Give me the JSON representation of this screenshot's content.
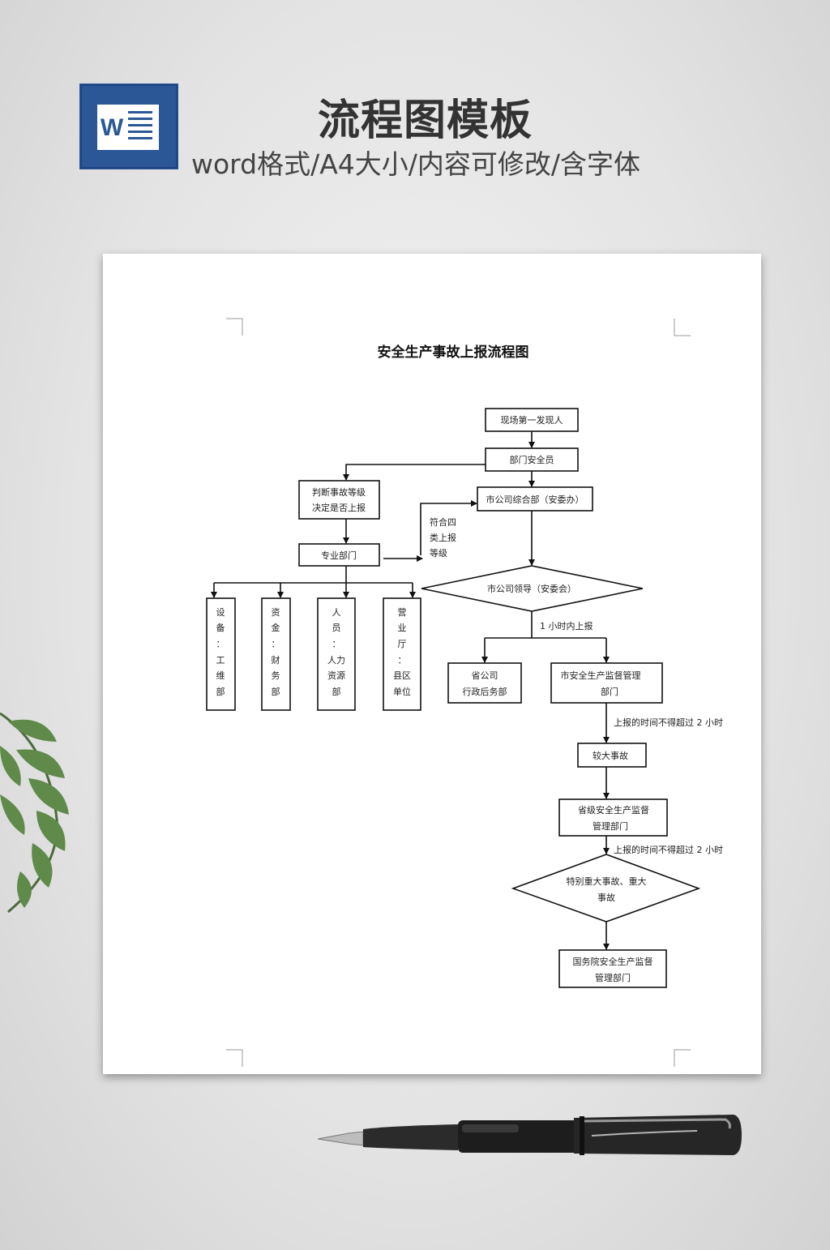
{
  "header": {
    "title": "流程图模板",
    "subtitle": "word格式/A4大小/内容可修改/含字体",
    "icon": "word-icon",
    "icon_letter": "W"
  },
  "document": {
    "title": "安全生产事故上报流程图",
    "nodes": {
      "discoverer": "现场第一发现人",
      "dept_safety": "部门安全员",
      "judge_line1": "判断事故等级",
      "judge_line2": "决定是否上报",
      "city_office": "市公司综合部（安委办）",
      "criteria_line1": "符合四",
      "criteria_line2": "类上报",
      "criteria_line3": "等级",
      "specialty_dept": "专业部门",
      "city_leader": "市公司领导（安委会）",
      "one_hour": "1 小时内上报",
      "col1": [
        "设",
        "备",
        "：",
        "工",
        "维",
        "部"
      ],
      "col2": [
        "资",
        "金",
        "：",
        "财",
        "务",
        "部"
      ],
      "col3": [
        "人",
        "员",
        "：",
        "人力",
        "资源",
        "部"
      ],
      "col4": [
        "营",
        "业",
        "厅",
        "：",
        "县区",
        "单位"
      ],
      "prov_company_line1": "省公司",
      "prov_company_line2": "行政后务部",
      "city_supervision_line1": "市安全生产监督管理",
      "city_supervision_line2": "部门",
      "time_limit_1": "上报的时间不得超过 2 小时",
      "major_accident": "较大事故",
      "prov_supervision_line1": "省级安全生产监督",
      "prov_supervision_line2": "管理部门",
      "time_limit_2": "上报的时间不得超过 2 小时",
      "especially_line1": "特别重大事故、重大",
      "especially_line2": "事故",
      "state_supervision_line1": "国务院安全生产监督",
      "state_supervision_line2": "管理部门"
    }
  },
  "colors": {
    "background": "#e3e3e3",
    "word_blue": "#2b5797",
    "title_text": "#333333",
    "line": "#111111"
  }
}
